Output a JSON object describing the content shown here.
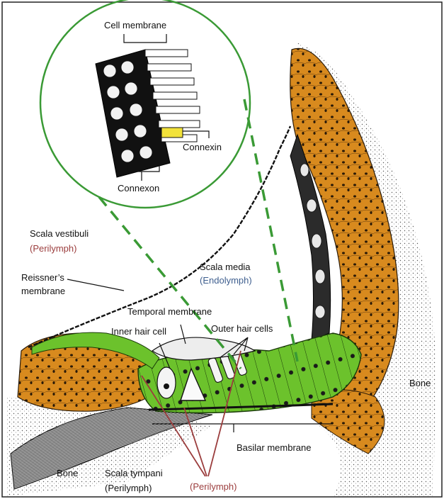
{
  "labels": {
    "cell_membrane": "Cell membrane",
    "connexin": "Connexin",
    "connexon": "Connexon",
    "scala_vestibuli": "Scala vestibuli",
    "perilymph_vestibuli": "(Perilymph)",
    "reissners_1": "Reissner’s",
    "reissners_2": "membrane",
    "scala_media": "Scala media",
    "endolymph": "(Endolymph)",
    "temporal_membrane": "Temporal membrane",
    "inner_hair_cell": "Inner hair cell",
    "outer_hair_cells": "Outer hair cells",
    "bone_right": "Bone",
    "bone_left": "Bone",
    "basilar_membrane": "Basilar membrane",
    "scala_tympani": "Scala tympani",
    "perilymph_tympani": "(Perilymph)",
    "perilymph_bottom": "(Perilymph)"
  },
  "colors": {
    "bone_tissue": "#d88a1e",
    "organ_green": "#6cc22c",
    "zoom_circle": "#3a9a35",
    "connexin_yellow": "#f2e23a",
    "perilymph_red": "#9b3d3d",
    "endolymph_blue": "#3f5f8f"
  }
}
